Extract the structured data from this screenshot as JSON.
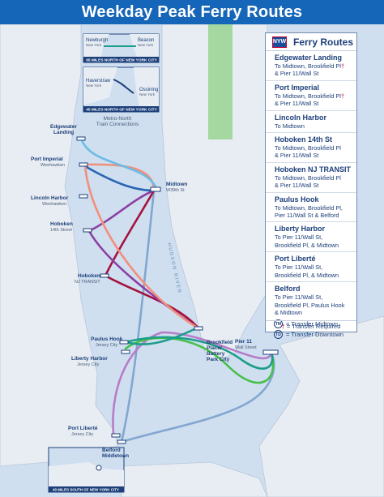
{
  "title": "Weekday Peak Ferry Routes",
  "colors": {
    "header": "#1565b8",
    "water": "#cfdff0",
    "land": "#e8edf3",
    "park": "#a5d7a0",
    "edgewater": "#6bbce6",
    "port_imperial": "#f28f7c",
    "lincoln_harbor": "#2864b4",
    "hoboken_14th": "#8c3fa2",
    "hoboken_nj_transit": "#a3123f",
    "paulus_hook": "#1d9d8b",
    "liberty_harbor": "#47bf4a",
    "port_liberte": "#b77cc8",
    "belford": "#82a6d0"
  },
  "legend": {
    "title": "Ferry Routes",
    "logo_text": "NYW",
    "routes": [
      {
        "name": "Edgewater Landing",
        "desc": "To Midtown, Brookfield Pl",
        "desc2": "& Pier 11/Wall St"
      },
      {
        "name": "Port Imperial",
        "desc": "To Midtown, Brookfield Pl",
        "desc2": "& Pier 11/Wall St"
      },
      {
        "name": "Lincoln Harbor",
        "desc": "To Midtown",
        "desc2": ""
      },
      {
        "name": "Hoboken 14th St",
        "desc": "To Midtown, Brookfield Pl",
        "desc2": "& Pier 11/Wall St"
      },
      {
        "name": "Hoboken NJ TRANSIT",
        "desc": "To Midtown, Brookfield Pl",
        "desc2": "& Pier 11/Wall St"
      },
      {
        "name": "Paulus Hook",
        "desc": "To Midtown, Brookfield Pl,",
        "desc2": "Pier 11/Wall St & Belford"
      },
      {
        "name": "Liberty Harbor",
        "desc": "To Pier 11/Wall St,",
        "desc2": "Brookfield Pl, & Midtown"
      },
      {
        "name": "Port Liberté",
        "desc": "To Pier 11/Wall St,",
        "desc2": "Brookfield Pl, & Midtown"
      },
      {
        "name": "Belford",
        "desc": "To Pier 11/Wall St,",
        "desc2": "Brookfield Pl, Paulus Hook",
        "desc3": "& Midtown"
      }
    ],
    "transfer_midtown_badge": "TM",
    "transfer_midtown": "= Transfer Midtown",
    "transfer_downtown_badge": "TD",
    "transfer_downtown": "= Transfer Downtown",
    "transfer_required": "= Transfer Required",
    "dagger": "†"
  },
  "insets": {
    "top": {
      "left_label": "Newburgh",
      "left_sub": "New York",
      "right_label": "Beacon",
      "right_sub": "New York",
      "caption": "65 MILES NORTH OF NEW YORK CITY"
    },
    "middle": {
      "left_label": "Haverstraw",
      "left_sub": "New York",
      "right_label": "Ossining",
      "right_sub": "New York",
      "caption": "45 MILES NORTH OF NEW YORK CITY"
    },
    "bottom": {
      "label": "Belford",
      "sub": "Middletown",
      "caption": "40 MILES SOUTH OF NEW YORK CITY"
    },
    "metro_north": "Metro-North",
    "metro_north2": "Train Connections"
  },
  "places": {
    "edgewater": "Edgewater",
    "edgewater2": "Landing",
    "port_imperial": "Port Imperial",
    "port_imperial2": "Weehawken",
    "lincoln_harbor": "Lincoln Harbor",
    "lincoln_harbor2": "Weehawken",
    "hoboken14": "Hoboken",
    "hoboken14b": "14th Street",
    "hoboken_njt": "Hoboken",
    "hoboken_njt2": "NJ TRANSIT",
    "paulus_hook": "Paulus Hook",
    "paulus_hook2": "Jersey City",
    "liberty_harbor": "Liberty Harbor",
    "liberty_harbor2": "Jersey City",
    "port_liberte": "Port Liberté",
    "port_liberte2": "Jersey City",
    "midtown": "Midtown",
    "midtown2": "W39th St",
    "brookfield": "Brookfield",
    "brookfield2": "Place/",
    "brookfield3": "Battery",
    "brookfield4": "Park City",
    "pier11": "Pier 11",
    "pier11b": "Wall Street",
    "hudson_river": "HUDSON RIVER"
  }
}
